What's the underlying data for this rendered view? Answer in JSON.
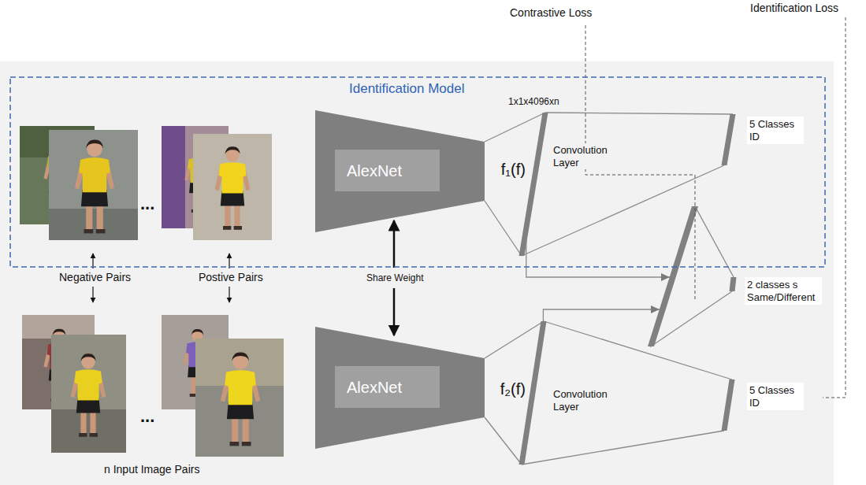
{
  "diagram": {
    "nodes": [
      {
        "text": [
          "Identification Model"
        ]
      },
      {
        "text": [
          "AlexNet"
        ],
        "in": 0
      },
      {
        "text": [
          "1x1x4096xn",
          "f₁(f)"
        ],
        "in": 0
      },
      {
        "text": [
          "5 Classes ID"
        ],
        "in": 0
      },
      {
        "text": [
          "AlexNet"
        ]
      },
      {
        "text": [
          "f₂(f)"
        ]
      },
      {
        "text": [
          "2 classes s Same/Different"
        ]
      },
      {
        "text": [
          "5 Classes ID"
        ]
      }
    ],
    "edges": [
      {
        "from": 1,
        "to": 2,
        "arrow": "none"
      },
      {
        "from": 2,
        "to": 3,
        "label": "Convolution Layer",
        "arrow": "none"
      },
      {
        "from": 4,
        "to": 5,
        "arrow": "none"
      },
      {
        "from": 5,
        "to": 7,
        "label": "Convolution Layer",
        "arrow": "none"
      },
      {
        "from": 2,
        "to": 6,
        "arrow": "to"
      },
      {
        "from": 5,
        "to": 6,
        "arrow": "to"
      }
    ],
    "labels": [
      "Contrastive Loss",
      "Identification Loss",
      "Negative Pairs",
      "Postive Pairs",
      "Share Weight",
      "n Input Image Pairs",
      "...",
      "..."
    ]
  }
}
